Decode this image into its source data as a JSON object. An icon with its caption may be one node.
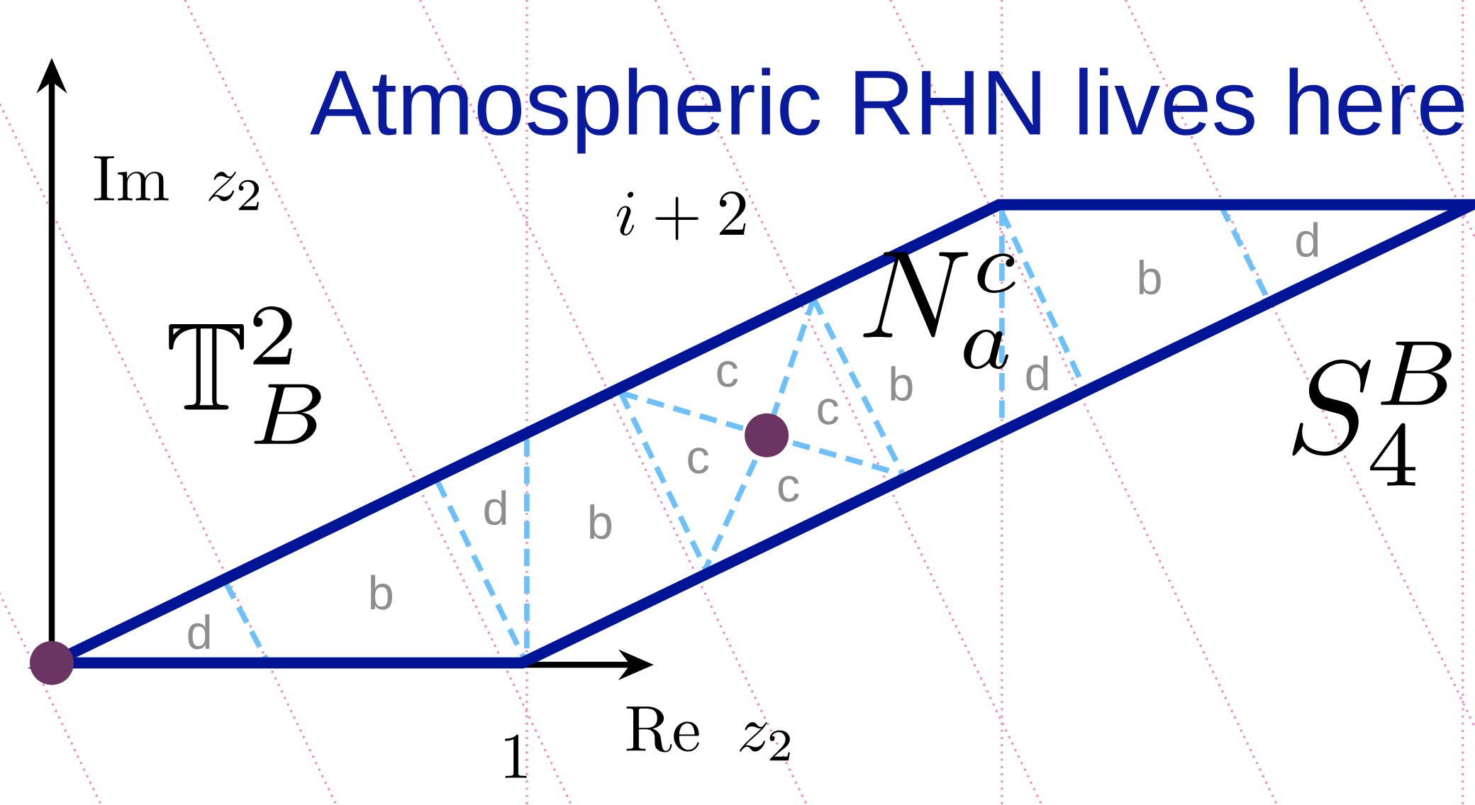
{
  "diagram": {
    "title": "Atmospheric RHN lives here",
    "labels": [
      "i+2",
      "\\mathrm{Im}\\;\\; z_2",
      "d",
      "b",
      "N^c_a",
      "b",
      "\\mathbb{T}^2_B",
      "c",
      "d",
      "c",
      "S^B_4",
      "c",
      "c",
      "d",
      "b",
      "b",
      "d",
      "\\mathrm{Re}\\;\\; z_2",
      "1"
    ]
  }
}
